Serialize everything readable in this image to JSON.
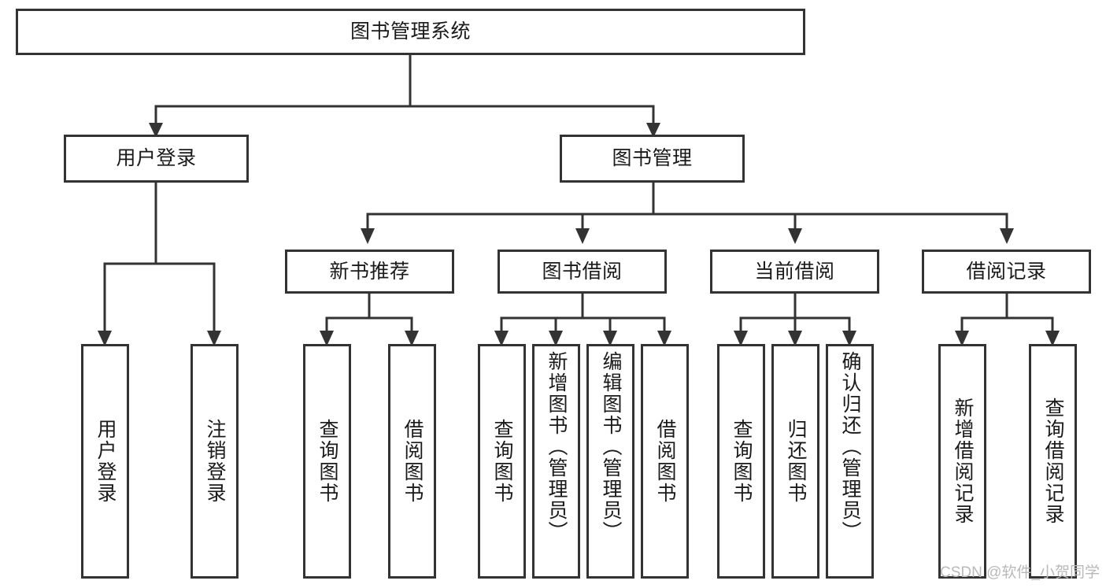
{
  "diagram": {
    "type": "tree-hierarchy-diagram",
    "title": "图书管理系统",
    "watermark": "CSDN @软件_小贺同学",
    "colors": {
      "box_border": "#333333",
      "box_fill": "#ffffff",
      "connector": "#333333",
      "text": "#1a1a1a",
      "watermark": "#b9b9b9",
      "background": "#ffffff"
    },
    "levels": {
      "root": {
        "label": "图书管理系统"
      },
      "level2": [
        {
          "label": "用户登录"
        },
        {
          "label": "图书管理"
        }
      ],
      "level3": [
        {
          "label": "新书推荐"
        },
        {
          "label": "图书借阅"
        },
        {
          "label": "当前借阅"
        },
        {
          "label": "借阅记录"
        }
      ]
    },
    "leaves": {
      "user_login": [
        {
          "label": "用户登录"
        },
        {
          "label": "注销登录"
        }
      ],
      "new_book_recommend": [
        {
          "label": "查询图书"
        },
        {
          "label": "借阅图书"
        }
      ],
      "book_borrow": [
        {
          "label": "查询图书"
        },
        {
          "label": "新增图书（管理员）"
        },
        {
          "label": "编辑图书（管理员）"
        },
        {
          "label": "借阅图书"
        }
      ],
      "current_borrow": [
        {
          "label": "查询图书"
        },
        {
          "label": "归还图书"
        },
        {
          "label": "确认归还（管理员）"
        }
      ],
      "borrow_records": [
        {
          "label": "新增借阅记录"
        },
        {
          "label": "查询借阅记录"
        }
      ]
    }
  }
}
